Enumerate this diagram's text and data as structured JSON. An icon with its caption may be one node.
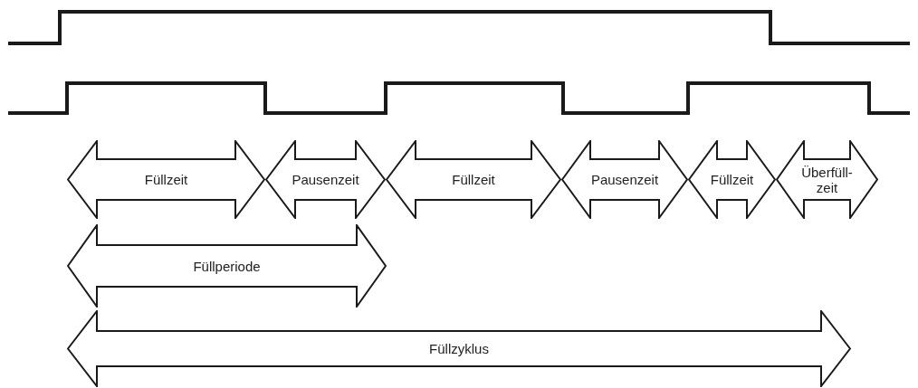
{
  "diagram": {
    "nodes": [
      {
        "text": [
          "Füllzeit"
        ]
      },
      {
        "text": [
          "Pausenzeit"
        ]
      },
      {
        "text": [
          "Füllzeit"
        ]
      },
      {
        "text": [
          "Pausenzeit"
        ]
      },
      {
        "text": [
          "Füllzeit"
        ]
      },
      {
        "text": [
          "Überfüll- zeit"
        ]
      },
      {
        "text": [
          "Füllperiode"
        ]
      },
      {
        "text": [
          "Füllzyklus"
        ]
      }
    ]
  }
}
